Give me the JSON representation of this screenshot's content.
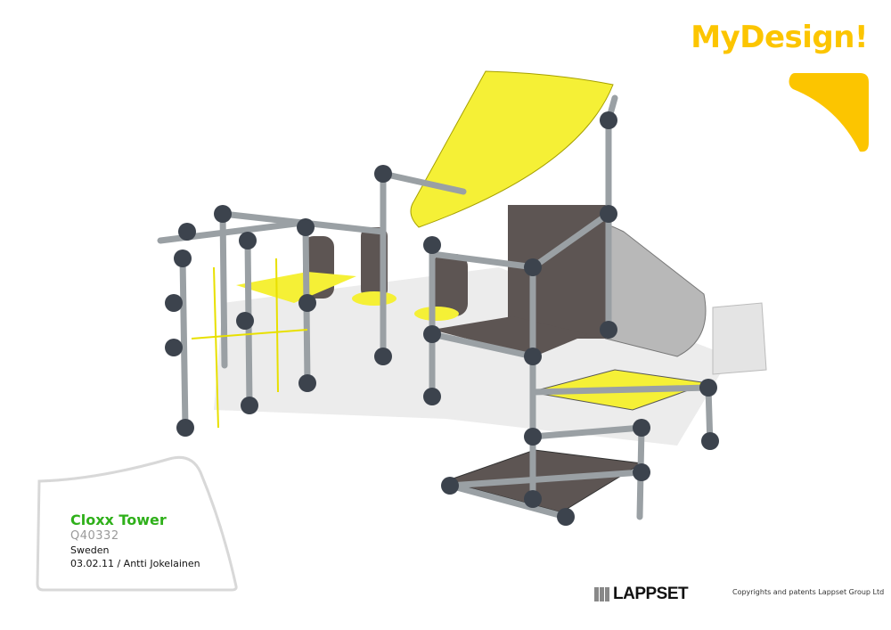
{
  "brand": {
    "title": "MyDesign!",
    "accent_color": "#fcc500"
  },
  "product": {
    "name": "Cloxx Tower",
    "code": "Q40332",
    "country": "Sweden",
    "date_author": "03.02.11 / Antti Jokelainen",
    "name_color": "#2fb01a"
  },
  "footer": {
    "logo_text": "LAPPSET",
    "copyright": "Copyrights and patents Lappset Group Ltd"
  }
}
